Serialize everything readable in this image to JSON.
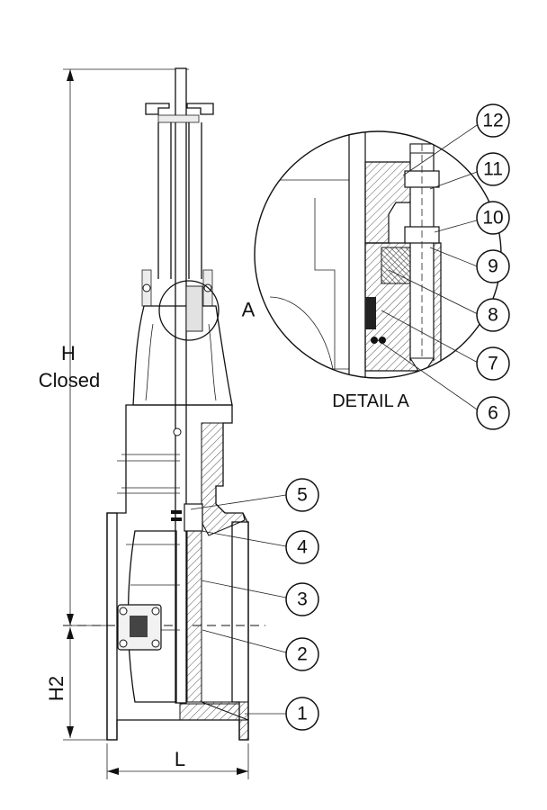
{
  "dimensions": {
    "height_closed_label_line1": "H",
    "height_closed_label_line2": "Closed",
    "h2_label": "H2",
    "length_label": "L"
  },
  "detail": {
    "marker_label": "A",
    "title": "DETAIL A"
  },
  "callouts": [
    "1",
    "2",
    "3",
    "4",
    "5",
    "6",
    "7",
    "8",
    "9",
    "10",
    "11",
    "12"
  ]
}
